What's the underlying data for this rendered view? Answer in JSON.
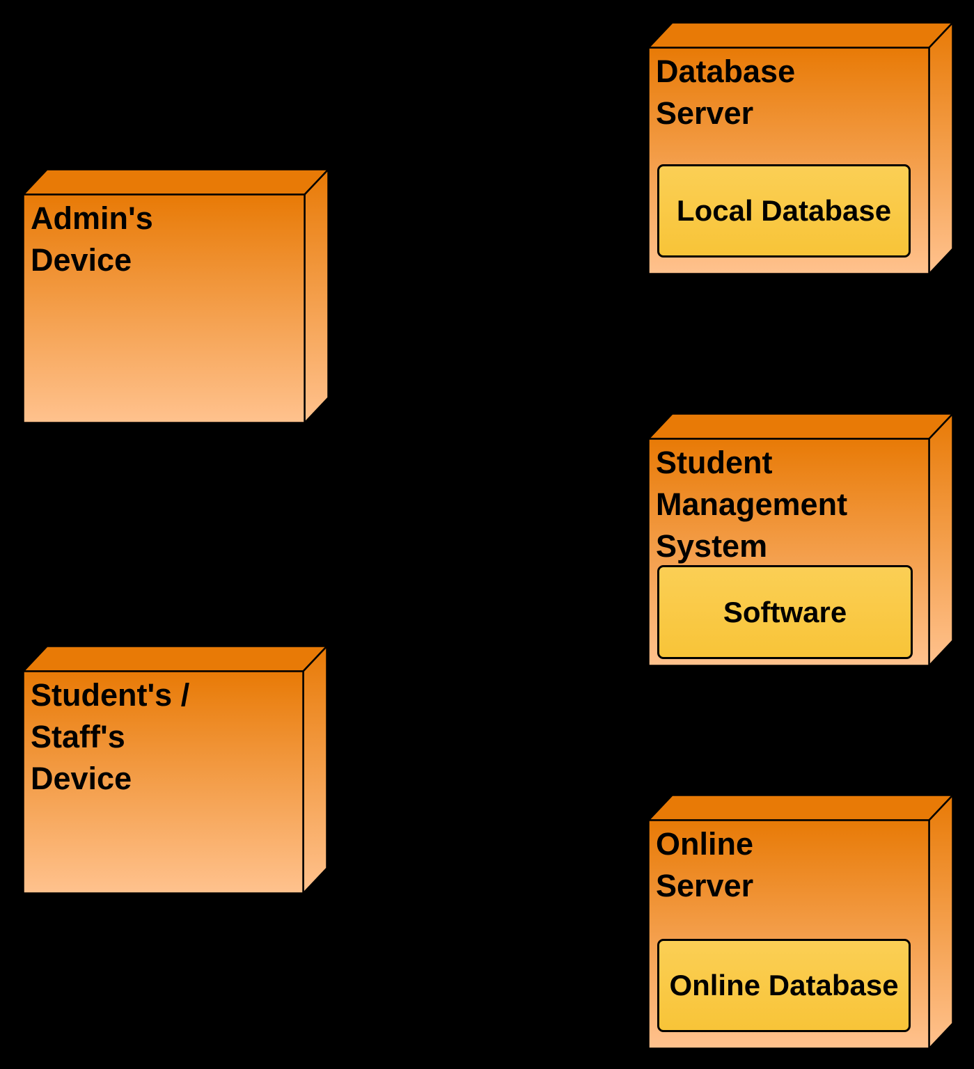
{
  "diagram": {
    "kind": "deployment-diagram"
  },
  "colors": {
    "background": "#000000",
    "border": "#000000",
    "text": "#000000",
    "top_face": "#E87A06",
    "face_gradient_top": "#E87A06",
    "face_gradient_bottom": "#FFC28E",
    "inner_gradient_top": "#FBCF55",
    "inner_gradient_bottom": "#F8C438"
  },
  "nodes": [
    {
      "id": "admins-device",
      "label": "Admin's\nDevice"
    },
    {
      "id": "database-server",
      "label": "Database\nServer",
      "component": "Local Database"
    },
    {
      "id": "student-management-system",
      "label": "Student\nManagement\nSystem",
      "component": "Software"
    },
    {
      "id": "students-staffs-device",
      "label": "Student's /\nStaff's\nDevice"
    },
    {
      "id": "online-server",
      "label": "Online\nServer",
      "component": "Online Database"
    }
  ]
}
